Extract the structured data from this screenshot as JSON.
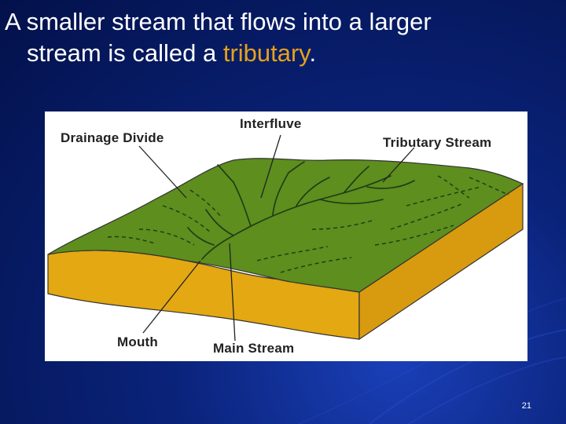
{
  "slide": {
    "title_part1": "A smaller stream that flows into a larger",
    "title_part2_prefix": "stream is called a ",
    "title_highlight": "tributary",
    "title_suffix": ".",
    "page_number": "21",
    "colors": {
      "background": "#0a237a",
      "title_text": "#ffffff",
      "highlight": "#e6a11b"
    }
  },
  "diagram": {
    "labels": {
      "drainage_divide": "Drainage Divide",
      "interfluve": "Interfluve",
      "tributary_stream": "Tributary Stream",
      "mouth": "Mouth",
      "main_stream": "Main Stream"
    },
    "colors": {
      "land_surface": "#5d8e1e",
      "soil_side": "#e3a812",
      "stream_lines": "#1f3a14",
      "leader_lines": "#222222"
    }
  }
}
